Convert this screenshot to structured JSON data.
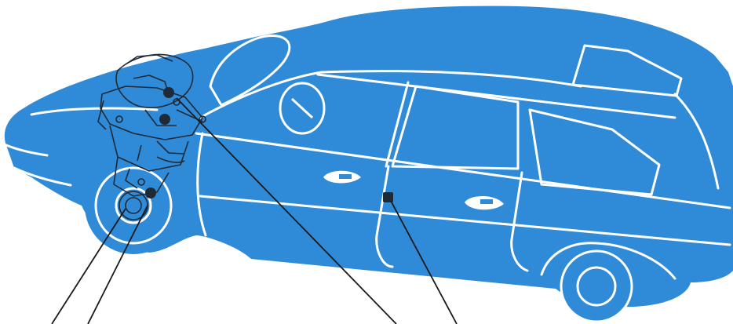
{
  "diagram": {
    "colors": {
      "body": "#2f8ad8",
      "outline": "#ffffff",
      "engine_ink": "#1f2a36",
      "leader": "#1a1a1a",
      "background": "#ffffff"
    },
    "callouts": [
      {
        "name": "leader-1"
      },
      {
        "name": "leader-2"
      },
      {
        "name": "leader-3"
      },
      {
        "name": "leader-4"
      }
    ]
  }
}
